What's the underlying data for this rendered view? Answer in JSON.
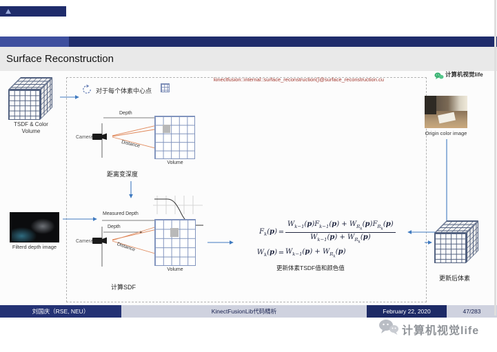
{
  "header": {
    "slide_title": "Surface Reconstruction"
  },
  "content": {
    "code_ref": "kinectfusion::internal::surface_reconstruction()@surface_reconstruction.cu",
    "loop_caption": "对于每个体素中心点",
    "labels": {
      "tsdf_line1": "TSDF & Color",
      "tsdf_line2": "Volume",
      "filtered_depth": "Filterd depth image",
      "origin_color": "Origin color image",
      "updated_volume": "更新后体素",
      "step1_caption": "距离变深度",
      "step2_caption": "计算SDF",
      "formula_caption": "更新体素TSDF值和颜色值",
      "camera": "Camera",
      "depth": "Depth",
      "distance": "Distance",
      "measured_depth": "Measured Depth",
      "volume": "Volume",
      "watermark_small": "计算机视觉life"
    },
    "formula": {
      "f_lhs": "F<sub>k</sub>(<b>p</b>)",
      "eq": "=",
      "f_num": "W<sub>k−1</sub>(<b>p</b>)F<sub>k−1</sub>(<b>p</b>) + W<sub>R<sub>k</sub></sub>(<b>p</b>)F<sub>R<sub>k</sub></sub>(<b>p</b>)",
      "f_den": "W<sub>k−1</sub>(<b>p</b>) + W<sub>R<sub>k</sub></sub>(<b>p</b>)",
      "w_lhs": "W<sub>k</sub>(<b>p</b>)",
      "w_rhs": "W<sub>k−1</sub>(<b>p</b>) + W<sub>R<sub>k</sub></sub>(<b>p</b>)"
    }
  },
  "footer": {
    "author": "刘国庆（RSE, NEU）",
    "deck_title": "KinectFusionLib代码精析",
    "date": "February 22, 2020",
    "page": "47/283"
  },
  "watermark": {
    "text": "计算机视觉life"
  },
  "colors": {
    "navy": "#1f2c6b",
    "accent_blue": "#3f7ac0",
    "ray_orange": "#e0885a",
    "red_dot": "#cc2222",
    "code_red": "#a0352b"
  }
}
